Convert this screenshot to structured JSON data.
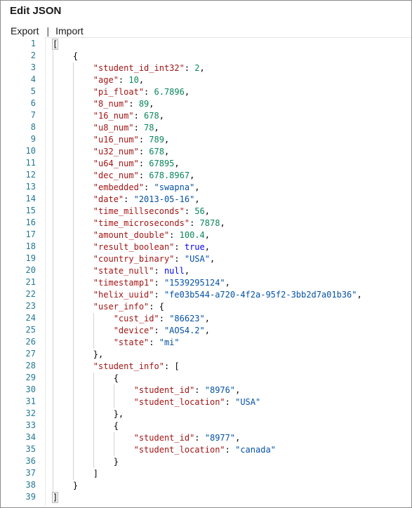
{
  "dialog": {
    "title": "Edit JSON"
  },
  "toolbar": {
    "export_label": "Export",
    "separator": "|",
    "import_label": "Import"
  },
  "editor": {
    "lines": [
      {
        "num": "1",
        "indent": 0,
        "tokens": [
          [
            "p",
            "["
          ]
        ]
      },
      {
        "num": "2",
        "indent": 1,
        "tokens": [
          [
            "p",
            "{"
          ]
        ]
      },
      {
        "num": "3",
        "indent": 2,
        "tokens": [
          [
            "k",
            "\"student_id_int32\""
          ],
          [
            "p",
            ": "
          ],
          [
            "n",
            "2"
          ],
          [
            "p",
            ","
          ]
        ]
      },
      {
        "num": "4",
        "indent": 2,
        "tokens": [
          [
            "k",
            "\"age\""
          ],
          [
            "p",
            ": "
          ],
          [
            "n",
            "10"
          ],
          [
            "p",
            ","
          ]
        ]
      },
      {
        "num": "5",
        "indent": 2,
        "tokens": [
          [
            "k",
            "\"pi_float\""
          ],
          [
            "p",
            ": "
          ],
          [
            "n",
            "6.7896"
          ],
          [
            "p",
            ","
          ]
        ]
      },
      {
        "num": "6",
        "indent": 2,
        "tokens": [
          [
            "k",
            "\"8_num\""
          ],
          [
            "p",
            ": "
          ],
          [
            "n",
            "89"
          ],
          [
            "p",
            ","
          ]
        ]
      },
      {
        "num": "7",
        "indent": 2,
        "tokens": [
          [
            "k",
            "\"16_num\""
          ],
          [
            "p",
            ": "
          ],
          [
            "n",
            "678"
          ],
          [
            "p",
            ","
          ]
        ]
      },
      {
        "num": "8",
        "indent": 2,
        "tokens": [
          [
            "k",
            "\"u8_num\""
          ],
          [
            "p",
            ": "
          ],
          [
            "n",
            "78"
          ],
          [
            "p",
            ","
          ]
        ]
      },
      {
        "num": "9",
        "indent": 2,
        "tokens": [
          [
            "k",
            "\"u16_num\""
          ],
          [
            "p",
            ": "
          ],
          [
            "n",
            "789"
          ],
          [
            "p",
            ","
          ]
        ]
      },
      {
        "num": "10",
        "indent": 2,
        "tokens": [
          [
            "k",
            "\"u32_num\""
          ],
          [
            "p",
            ": "
          ],
          [
            "n",
            "678"
          ],
          [
            "p",
            ","
          ]
        ]
      },
      {
        "num": "11",
        "indent": 2,
        "tokens": [
          [
            "k",
            "\"u64_num\""
          ],
          [
            "p",
            ": "
          ],
          [
            "n",
            "67895"
          ],
          [
            "p",
            ","
          ]
        ]
      },
      {
        "num": "12",
        "indent": 2,
        "tokens": [
          [
            "k",
            "\"dec_num\""
          ],
          [
            "p",
            ": "
          ],
          [
            "n",
            "678.8967"
          ],
          [
            "p",
            ","
          ]
        ]
      },
      {
        "num": "13",
        "indent": 2,
        "tokens": [
          [
            "k",
            "\"embedded\""
          ],
          [
            "p",
            ": "
          ],
          [
            "s",
            "\"swapna\""
          ],
          [
            "p",
            ","
          ]
        ]
      },
      {
        "num": "14",
        "indent": 2,
        "tokens": [
          [
            "k",
            "\"date\""
          ],
          [
            "p",
            ": "
          ],
          [
            "s",
            "\"2013-05-16\""
          ],
          [
            "p",
            ","
          ]
        ]
      },
      {
        "num": "15",
        "indent": 2,
        "tokens": [
          [
            "k",
            "\"time_millseconds\""
          ],
          [
            "p",
            ": "
          ],
          [
            "n",
            "56"
          ],
          [
            "p",
            ","
          ]
        ]
      },
      {
        "num": "16",
        "indent": 2,
        "tokens": [
          [
            "k",
            "\"time_microseconds\""
          ],
          [
            "p",
            ": "
          ],
          [
            "n",
            "7878"
          ],
          [
            "p",
            ","
          ]
        ]
      },
      {
        "num": "17",
        "indent": 2,
        "tokens": [
          [
            "k",
            "\"amount_double\""
          ],
          [
            "p",
            ": "
          ],
          [
            "n",
            "100.4"
          ],
          [
            "p",
            ","
          ]
        ]
      },
      {
        "num": "18",
        "indent": 2,
        "tokens": [
          [
            "k",
            "\"result_boolean\""
          ],
          [
            "p",
            ": "
          ],
          [
            "b",
            "true"
          ],
          [
            "p",
            ","
          ]
        ]
      },
      {
        "num": "19",
        "indent": 2,
        "tokens": [
          [
            "k",
            "\"country_binary\""
          ],
          [
            "p",
            ": "
          ],
          [
            "s",
            "\"USA\""
          ],
          [
            "p",
            ","
          ]
        ]
      },
      {
        "num": "20",
        "indent": 2,
        "tokens": [
          [
            "k",
            "\"state_null\""
          ],
          [
            "p",
            ": "
          ],
          [
            "b",
            "null"
          ],
          [
            "p",
            ","
          ]
        ]
      },
      {
        "num": "21",
        "indent": 2,
        "tokens": [
          [
            "k",
            "\"timestamp1\""
          ],
          [
            "p",
            ": "
          ],
          [
            "s",
            "\"1539295124\""
          ],
          [
            "p",
            ","
          ]
        ]
      },
      {
        "num": "22",
        "indent": 2,
        "tokens": [
          [
            "k",
            "\"helix_uuid\""
          ],
          [
            "p",
            ": "
          ],
          [
            "s",
            "\"fe03b544-a720-4f2a-95f2-3bb2d7a01b36\""
          ],
          [
            "p",
            ","
          ]
        ]
      },
      {
        "num": "23",
        "indent": 2,
        "tokens": [
          [
            "k",
            "\"user_info\""
          ],
          [
            "p",
            ": {"
          ]
        ]
      },
      {
        "num": "24",
        "indent": 3,
        "tokens": [
          [
            "k",
            "\"cust_id\""
          ],
          [
            "p",
            ": "
          ],
          [
            "s",
            "\"86623\""
          ],
          [
            "p",
            ","
          ]
        ]
      },
      {
        "num": "25",
        "indent": 3,
        "tokens": [
          [
            "k",
            "\"device\""
          ],
          [
            "p",
            ": "
          ],
          [
            "s",
            "\"AOS4.2\""
          ],
          [
            "p",
            ","
          ]
        ]
      },
      {
        "num": "26",
        "indent": 3,
        "tokens": [
          [
            "k",
            "\"state\""
          ],
          [
            "p",
            ": "
          ],
          [
            "s",
            "\"mi\""
          ]
        ]
      },
      {
        "num": "27",
        "indent": 2,
        "tokens": [
          [
            "p",
            "},"
          ]
        ]
      },
      {
        "num": "28",
        "indent": 2,
        "tokens": [
          [
            "k",
            "\"student_info\""
          ],
          [
            "p",
            ": ["
          ]
        ]
      },
      {
        "num": "29",
        "indent": 3,
        "tokens": [
          [
            "p",
            "{"
          ]
        ]
      },
      {
        "num": "30",
        "indent": 4,
        "tokens": [
          [
            "k",
            "\"student_id\""
          ],
          [
            "p",
            ": "
          ],
          [
            "s",
            "\"8976\""
          ],
          [
            "p",
            ","
          ]
        ]
      },
      {
        "num": "31",
        "indent": 4,
        "tokens": [
          [
            "k",
            "\"student_location\""
          ],
          [
            "p",
            ": "
          ],
          [
            "s",
            "\"USA\""
          ]
        ]
      },
      {
        "num": "32",
        "indent": 3,
        "tokens": [
          [
            "p",
            "},"
          ]
        ]
      },
      {
        "num": "33",
        "indent": 3,
        "tokens": [
          [
            "p",
            "{"
          ]
        ]
      },
      {
        "num": "34",
        "indent": 4,
        "tokens": [
          [
            "k",
            "\"student_id\""
          ],
          [
            "p",
            ": "
          ],
          [
            "s",
            "\"8977\""
          ],
          [
            "p",
            ","
          ]
        ]
      },
      {
        "num": "35",
        "indent": 4,
        "tokens": [
          [
            "k",
            "\"student_location\""
          ],
          [
            "p",
            ": "
          ],
          [
            "s",
            "\"canada\""
          ]
        ]
      },
      {
        "num": "36",
        "indent": 3,
        "tokens": [
          [
            "p",
            "}"
          ]
        ]
      },
      {
        "num": "37",
        "indent": 2,
        "tokens": [
          [
            "p",
            "]"
          ]
        ]
      },
      {
        "num": "38",
        "indent": 1,
        "tokens": [
          [
            "p",
            "}"
          ]
        ]
      },
      {
        "num": "39",
        "indent": 0,
        "tokens": [
          [
            "p",
            "]"
          ]
        ]
      }
    ]
  }
}
